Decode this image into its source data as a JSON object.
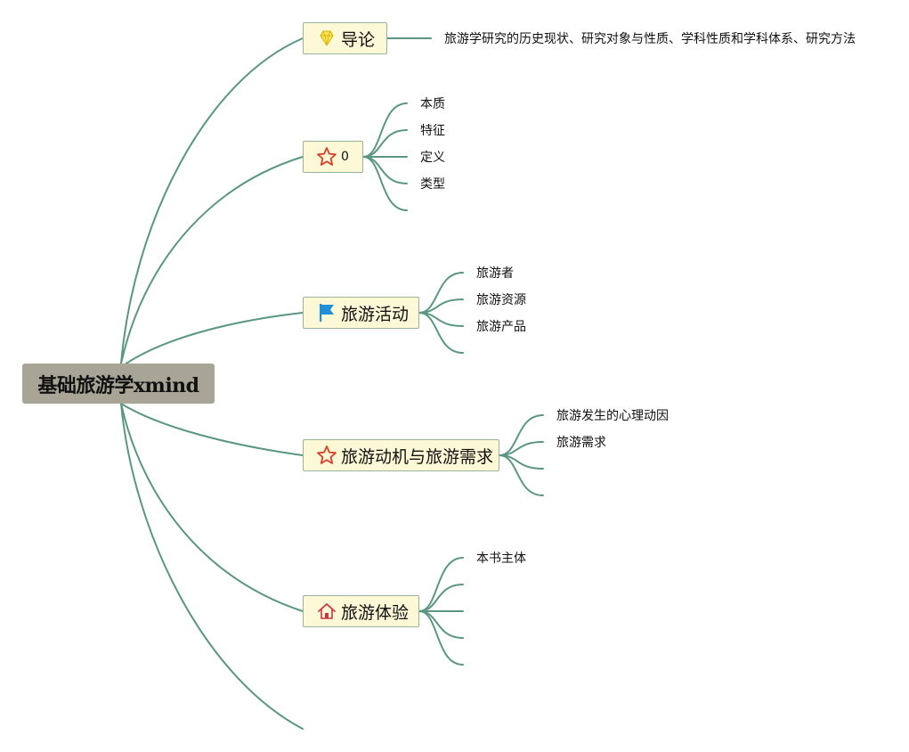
{
  "root": {
    "label": "基础旅游学xmind"
  },
  "branches": [
    {
      "label": "导论",
      "icon": "gem-icon",
      "children": [
        "旅游学研究的历史现状、研究对象与性质、学科性质和学科体系、研究方法"
      ]
    },
    {
      "label": "0",
      "icon": "star-icon",
      "children": [
        "本质",
        "特征",
        "定义",
        "类型",
        ""
      ]
    },
    {
      "label": "旅游活动",
      "icon": "flag-icon",
      "children": [
        "旅游者",
        "旅游资源",
        "旅游产品",
        ""
      ]
    },
    {
      "label": "旅游动机与旅游需求",
      "icon": "star-icon",
      "children": [
        "旅游发生的心理动因",
        "旅游需求",
        "",
        ""
      ]
    },
    {
      "label": "旅游体验",
      "icon": "home-icon",
      "children": [
        "本书主体",
        "",
        "",
        "",
        ""
      ]
    }
  ],
  "colors": {
    "connector": "#5a9683",
    "root_fill": "#a8a596",
    "topic_fill": "#fdf8d6",
    "topic_border": "#9ab39c",
    "gem": "#f2dc3a",
    "star": "#d8402a",
    "flag": "#1f8fd9",
    "home": "#c9363f"
  }
}
